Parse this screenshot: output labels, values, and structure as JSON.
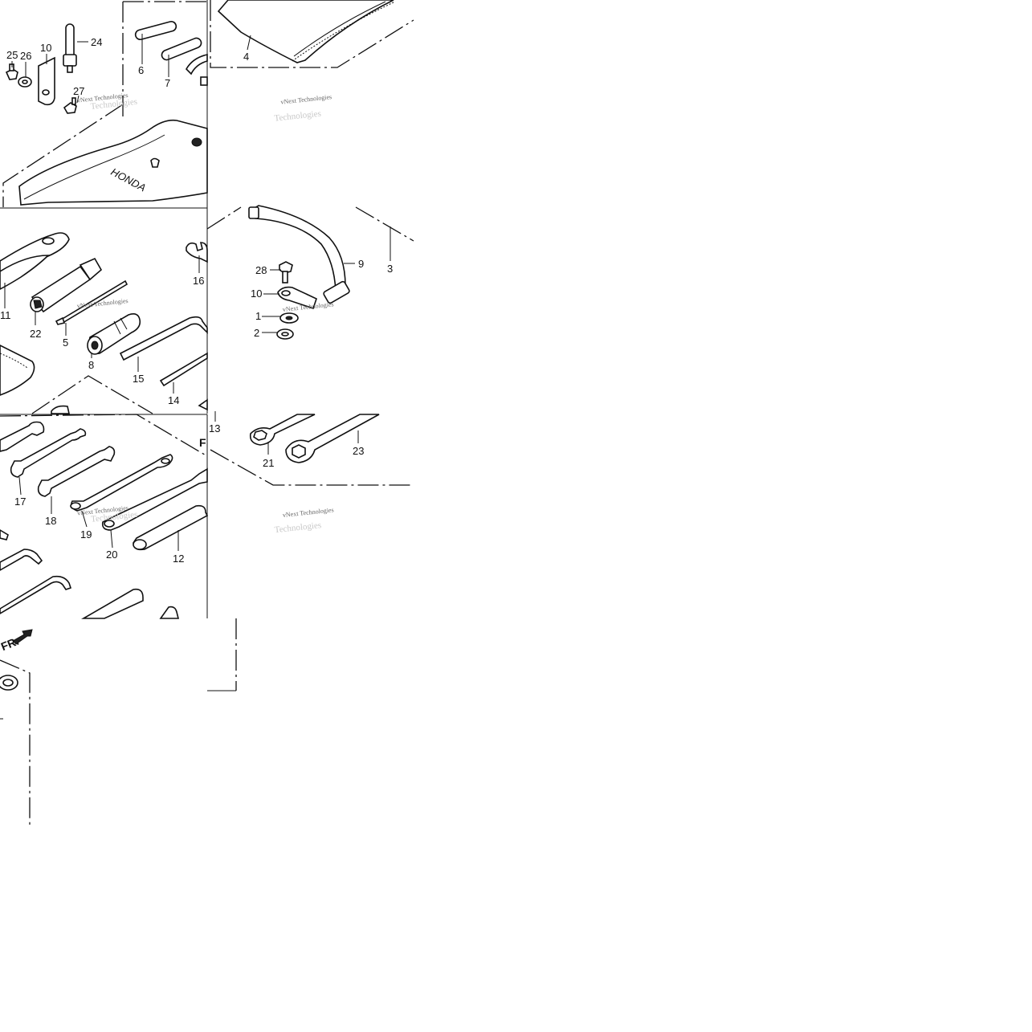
{
  "diagram": {
    "brand_text": "HONDA",
    "arrow_text": "FR.",
    "arrow_text_partial": "F",
    "watermark": {
      "main": "vNext Technologies",
      "shadow": "Technologies"
    },
    "callouts": [
      {
        "id": "c25",
        "number": "25"
      },
      {
        "id": "c26",
        "number": "26"
      },
      {
        "id": "c10a",
        "number": "10"
      },
      {
        "id": "c24",
        "number": "24"
      },
      {
        "id": "c27",
        "number": "27"
      },
      {
        "id": "c6",
        "number": "6"
      },
      {
        "id": "c7",
        "number": "7"
      },
      {
        "id": "c4",
        "number": "4"
      },
      {
        "id": "c16",
        "number": "16"
      },
      {
        "id": "c11",
        "number": "11"
      },
      {
        "id": "c22",
        "number": "22"
      },
      {
        "id": "c5",
        "number": "5"
      },
      {
        "id": "c8",
        "number": "8"
      },
      {
        "id": "c15",
        "number": "15"
      },
      {
        "id": "c14",
        "number": "14"
      },
      {
        "id": "c13",
        "number": "13"
      },
      {
        "id": "c9",
        "number": "9"
      },
      {
        "id": "c3",
        "number": "3"
      },
      {
        "id": "c28",
        "number": "28"
      },
      {
        "id": "c10b",
        "number": "10"
      },
      {
        "id": "c1",
        "number": "1"
      },
      {
        "id": "c2",
        "number": "2"
      },
      {
        "id": "c17",
        "number": "17"
      },
      {
        "id": "c18",
        "number": "18"
      },
      {
        "id": "c19",
        "number": "19"
      },
      {
        "id": "c20",
        "number": "20"
      },
      {
        "id": "c12",
        "number": "12"
      },
      {
        "id": "c21",
        "number": "21"
      },
      {
        "id": "c23",
        "number": "23"
      }
    ]
  }
}
